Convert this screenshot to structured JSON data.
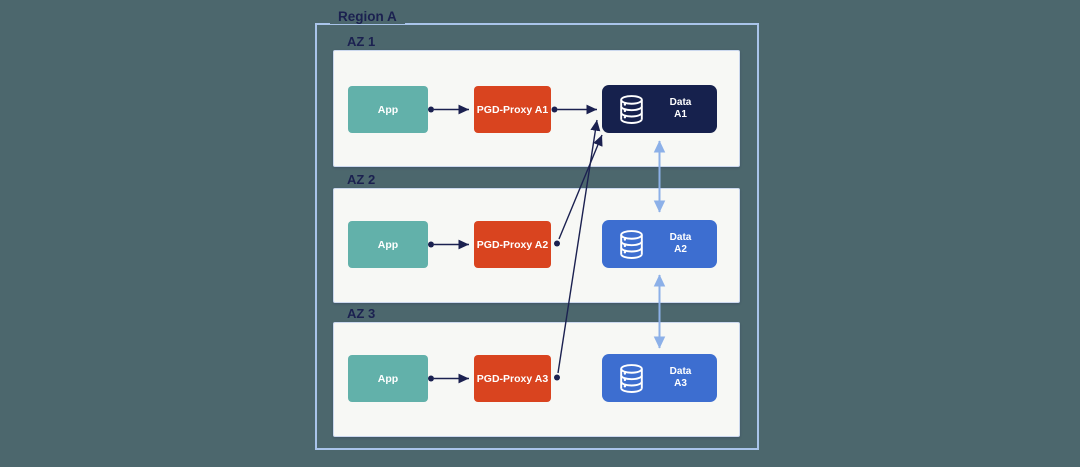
{
  "region": {
    "label": "Region A",
    "zones": [
      {
        "label": "AZ 1",
        "app": {
          "label": "App"
        },
        "proxy": {
          "label": "PGD-Proxy A1"
        },
        "data": {
          "line1": "Data",
          "line2": "A1",
          "role": "primary"
        }
      },
      {
        "label": "AZ 2",
        "app": {
          "label": "App"
        },
        "proxy": {
          "label": "PGD-Proxy A2"
        },
        "data": {
          "line1": "Data",
          "line2": "A2",
          "role": "replica"
        }
      },
      {
        "label": "AZ 3",
        "app": {
          "label": "App"
        },
        "proxy": {
          "label": "PGD-Proxy A3"
        },
        "data": {
          "line1": "Data",
          "line2": "A3",
          "role": "replica"
        }
      }
    ]
  },
  "connections": [
    {
      "from": "App (AZ 1)",
      "to": "PGD-Proxy A1",
      "style": "dark-arrow"
    },
    {
      "from": "PGD-Proxy A1",
      "to": "Data A1",
      "style": "dark-arrow"
    },
    {
      "from": "App (AZ 2)",
      "to": "PGD-Proxy A2",
      "style": "dark-arrow"
    },
    {
      "from": "PGD-Proxy A2",
      "to": "Data A1",
      "style": "dark-arrow"
    },
    {
      "from": "App (AZ 3)",
      "to": "PGD-Proxy A3",
      "style": "dark-arrow"
    },
    {
      "from": "PGD-Proxy A3",
      "to": "Data A1",
      "style": "dark-arrow"
    },
    {
      "from": "Data A1",
      "to": "Data A2",
      "style": "replication-bidirectional"
    },
    {
      "from": "Data A2",
      "to": "Data A3",
      "style": "replication-bidirectional"
    }
  ],
  "colors": {
    "background": "#4C676D",
    "region_border": "#A9C4EA",
    "zone_panel": "#F7F8F5",
    "app_box": "#62B1AA",
    "proxy_box": "#D9441F",
    "data_primary_box": "#16214D",
    "data_replica_box": "#3D6ED0",
    "dark_arrow": "#1B2150",
    "replication_arrow": "#8CB0E8",
    "label_text": "#1B2150",
    "box_text": "#FFFFFF"
  }
}
